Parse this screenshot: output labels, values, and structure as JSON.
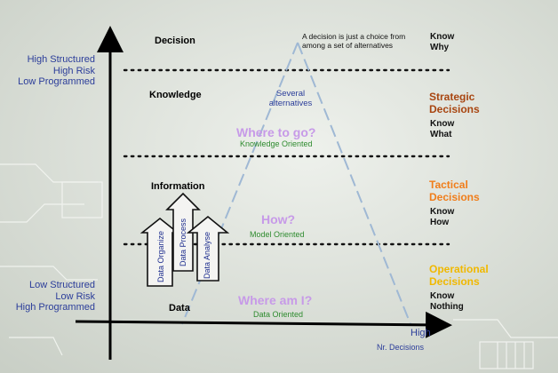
{
  "levels": {
    "decision": "Decision",
    "knowledge": "Knowledge",
    "information": "Information",
    "data": "Data"
  },
  "left_labels": {
    "top": [
      "High Structured",
      "High Risk",
      "Low Programmed"
    ],
    "bottom": [
      "Low Structured",
      "Low Risk",
      "High Programmed"
    ]
  },
  "definition": [
    "A decision is just a choice from",
    "among a set of alternatives"
  ],
  "alternatives": [
    "Several",
    "alternatives"
  ],
  "questions": {
    "where_to_go": "Where to go?",
    "knowledge_oriented": "Knowledge Oriented",
    "how": "How?",
    "model_oriented": "Model Oriented",
    "where_am_i": "Where am I?",
    "data_oriented": "Data Oriented"
  },
  "right_column": {
    "know_why": [
      "Know",
      "Why"
    ],
    "strategic": [
      "Strategic",
      "Decisions"
    ],
    "know_what": [
      "Know",
      "What"
    ],
    "tactical": [
      "Tactical",
      "Decisions"
    ],
    "know_how": [
      "Know",
      "How"
    ],
    "operational": [
      "Operational",
      "Decisions"
    ],
    "know_nothing": [
      "Know",
      "Nothing"
    ]
  },
  "axis": {
    "high": "High",
    "nr_decisions": "Nr. Decisions"
  },
  "process_arrows": [
    "Data Organize",
    "Data Process",
    "Data Analyse"
  ],
  "colors": {
    "strategic": "#a84510",
    "tactical": "#f07d1a",
    "operational": "#f0b800",
    "blue_text": "#2b3d9a",
    "green_text": "#2e8b2e",
    "question_text": "#c79ae8"
  }
}
